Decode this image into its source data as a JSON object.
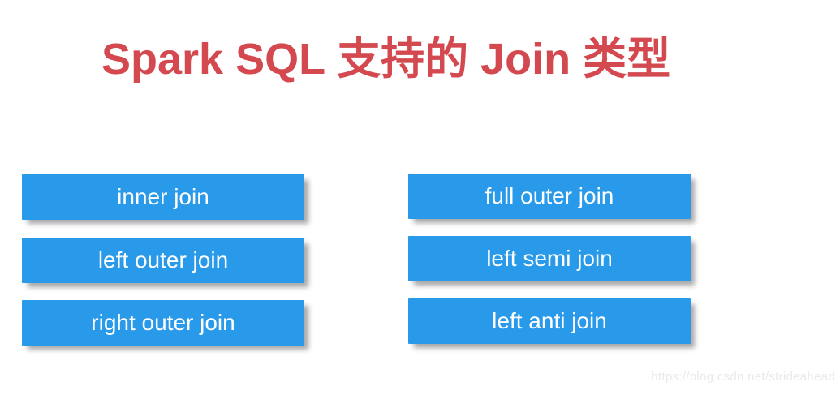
{
  "title": "Spark SQL 支持的 Join 类型",
  "colors": {
    "title_red": "#d3494f",
    "box_blue": "#2999ea",
    "box_text_white": "#ffffff",
    "watermark_gray": "#e9e9e9",
    "background": "#ffffff"
  },
  "join_boxes": {
    "left_column": [
      "inner join",
      "left outer join",
      "right outer join"
    ],
    "right_column": [
      "full outer join",
      "left semi join",
      "left anti join"
    ]
  },
  "watermark": "https://blog.csdn.net/strideahead"
}
